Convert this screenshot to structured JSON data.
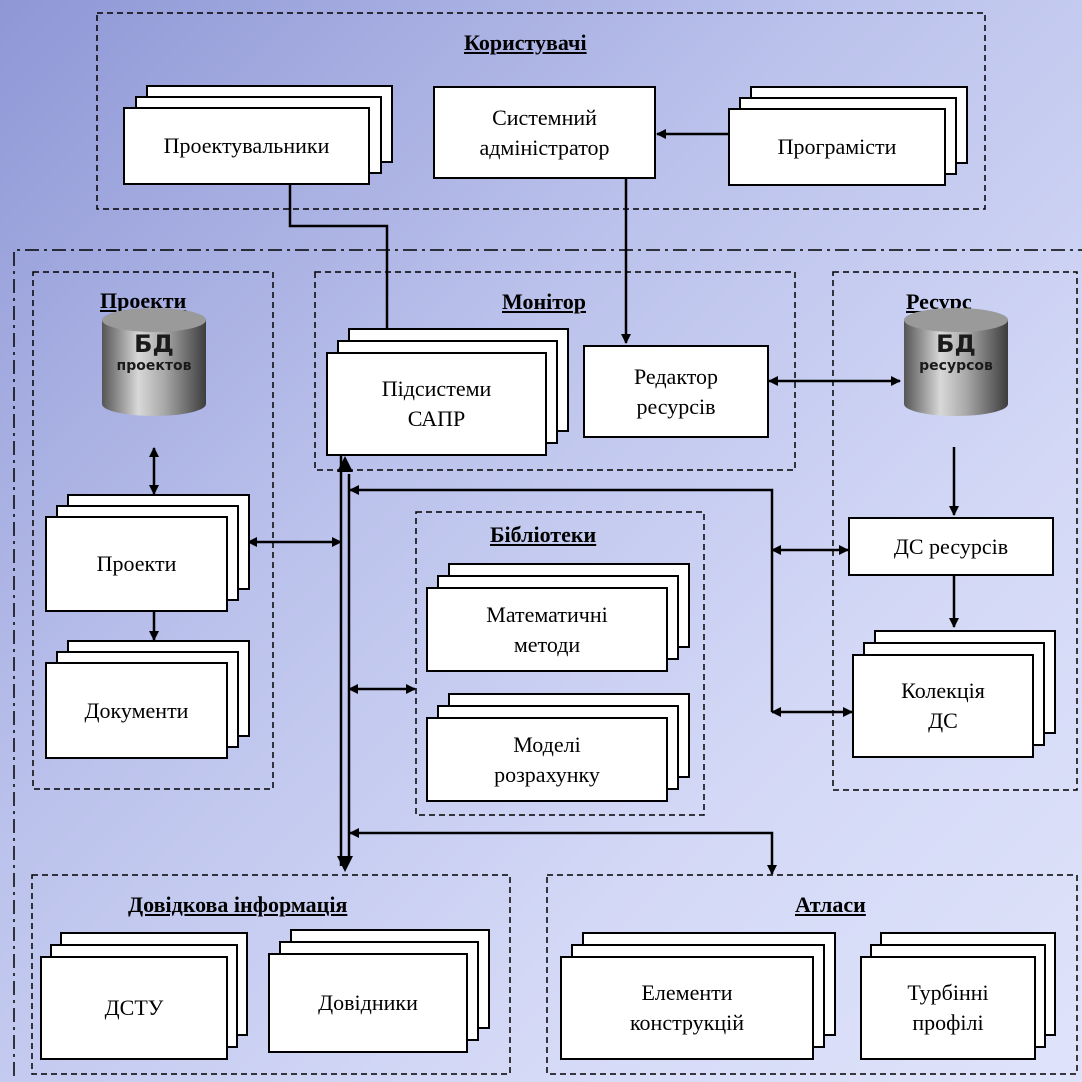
{
  "groups": {
    "users": "Користувачі",
    "projects": "Проекти",
    "monitor": "Монітор",
    "resource": "Ресурс",
    "libraries": "Бібліотеки",
    "reference": "Довідкова інформація",
    "atlases": "Атласи"
  },
  "boxes": {
    "designers": "Проектувальники",
    "sysadmin": "Системний\nадміністратор",
    "programmers": "Програмісти",
    "cad_subsystems": "Підсистеми\nСАПР",
    "resource_editor": "Редактор\nресурсів",
    "projects": "Проекти",
    "documents": "Документи",
    "math_methods": "Математичні\nметоди",
    "calc_models": "Моделі\nрозрахунку",
    "ds_resources": "ДС ресурсів",
    "ds_collection": "Колекція\nДС",
    "dstu": "ДСТУ",
    "handbooks": "Довідники",
    "construction_elements": "Елементи\nконструкцій",
    "turbine_profiles": "Турбінні\nпрофілі"
  },
  "databases": {
    "projects_db": {
      "line1": "БД",
      "line2": "проектов"
    },
    "resources_db": {
      "line1": "БД",
      "line2": "ресурсов"
    }
  },
  "colors": {
    "background_start": "#8f97d6",
    "background_end": "#dfe3fa",
    "box_fill": "#ffffff",
    "line": "#000000"
  }
}
